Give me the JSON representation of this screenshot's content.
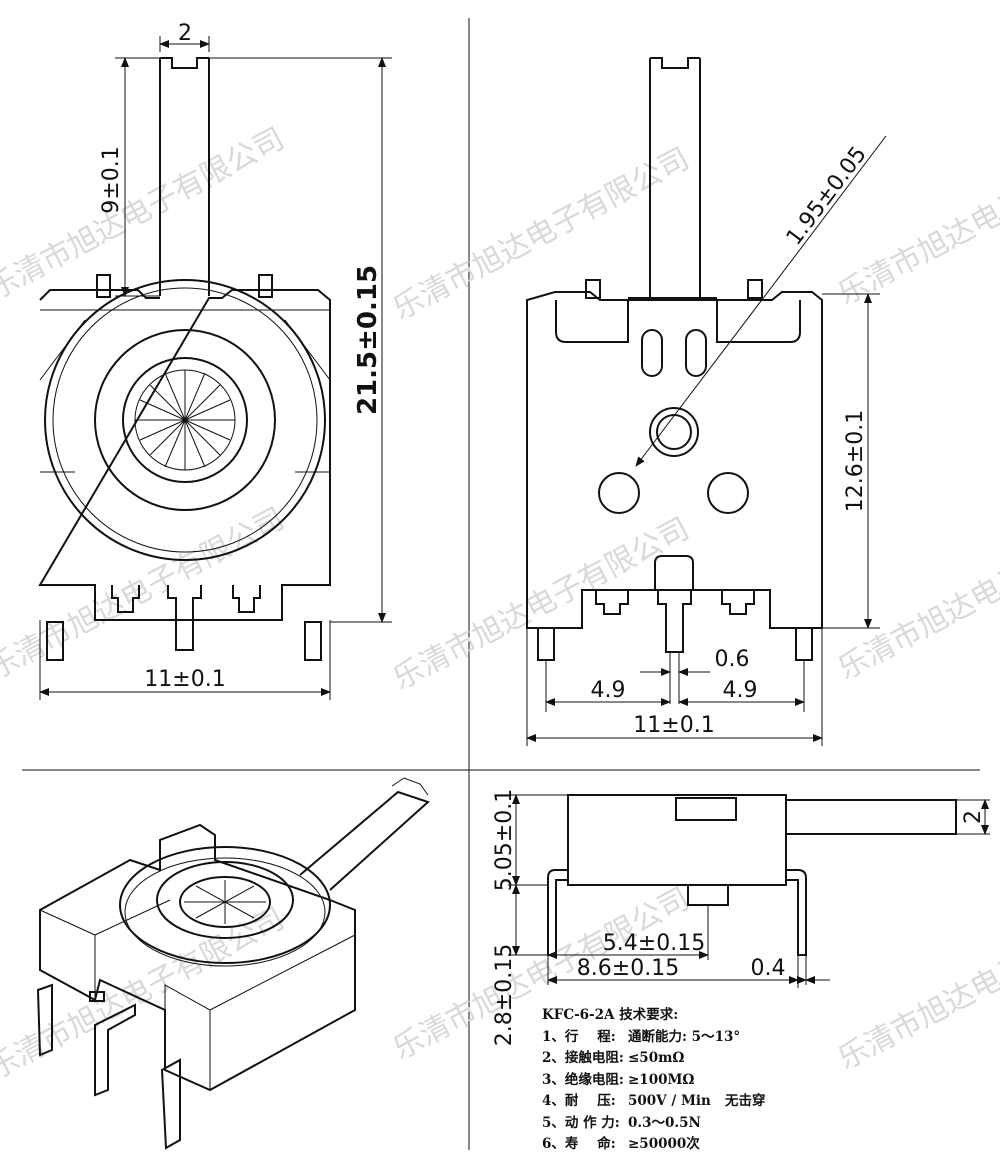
{
  "watermark": "乐清市旭达电子有限公司",
  "front_view": {
    "dim_top": "2",
    "dim_shaft": "9±0.1",
    "dim_height": "21.5±0.15",
    "dim_width": "11±0.1"
  },
  "rear_view": {
    "dim_hole": "1.95±0.05",
    "dim_height": "12.6±0.1",
    "dim_center": "0.6",
    "dim_left": "4.9",
    "dim_right": "4.9",
    "dim_width": "11±0.1"
  },
  "side_view": {
    "dim_shaft": "2",
    "dim_body": "5.05±0.1",
    "dim_pin": "2.8±0.15",
    "dim_a": "5.4±0.15",
    "dim_b": "8.6±0.15",
    "dim_c": "0.4"
  },
  "spec": {
    "title": "KFC-6-2A 技术要求:",
    "rows": [
      {
        "label": "1、行    程:",
        "value": "通断能力: 5～13°"
      },
      {
        "label": "2、接触电阻:",
        "value": "≤50mΩ"
      },
      {
        "label": "3、绝缘电阻:",
        "value": "≥100MΩ"
      },
      {
        "label": "4、耐    压:",
        "value": "500V / Min   无击穿"
      },
      {
        "label": "5、动 作 力:",
        "value": "0.3～0.5N"
      },
      {
        "label": "6、寿    命:",
        "value": "≥50000次"
      }
    ]
  }
}
